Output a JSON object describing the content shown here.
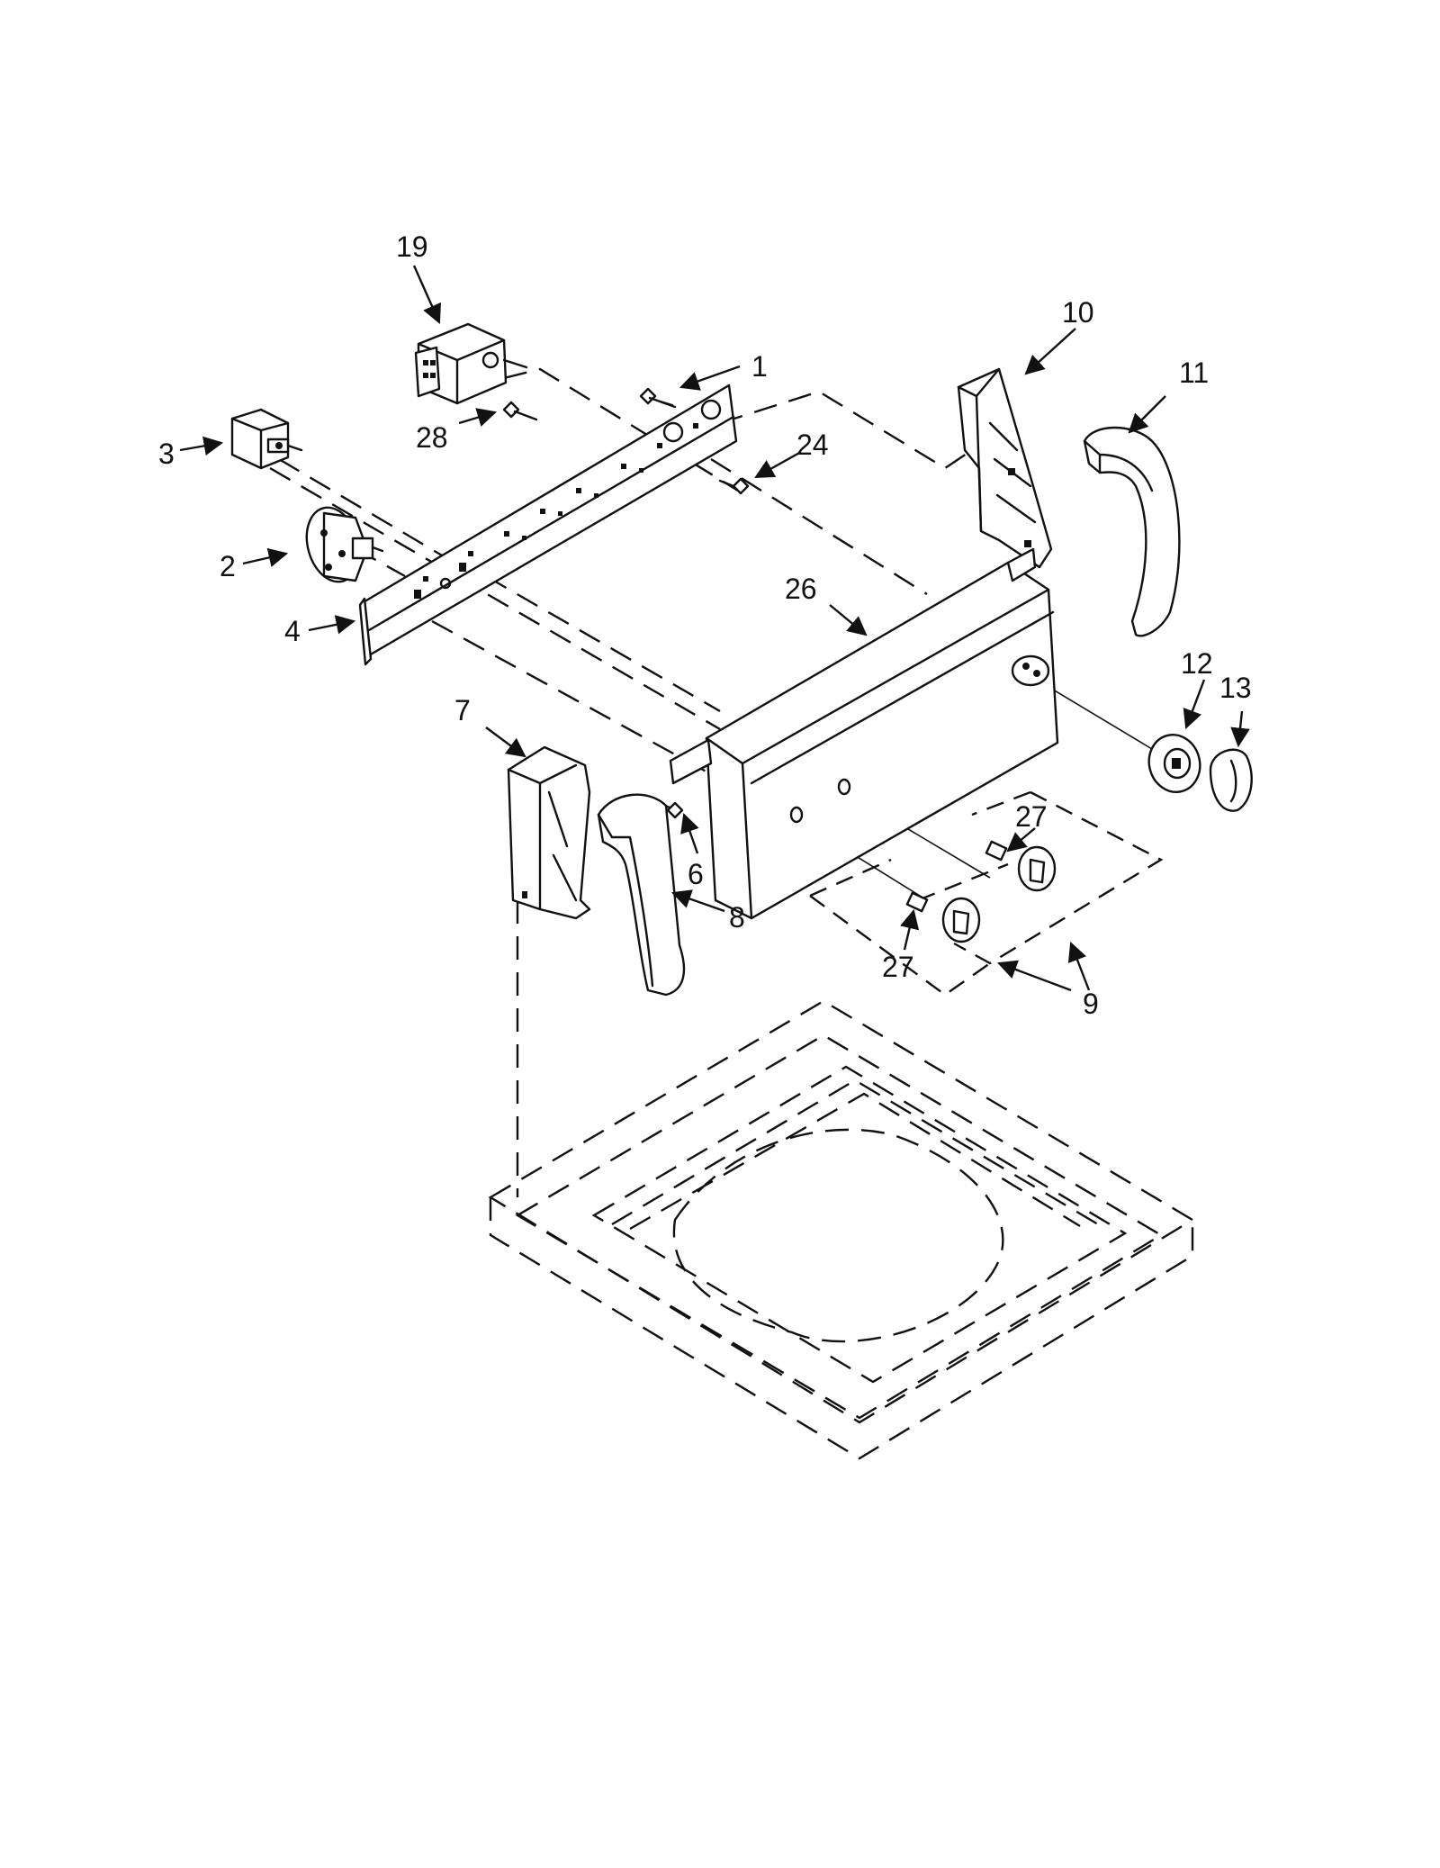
{
  "callouts": [
    {
      "id": "1",
      "text": "1"
    },
    {
      "id": "2",
      "text": "2"
    },
    {
      "id": "3",
      "text": "3"
    },
    {
      "id": "4",
      "text": "4"
    },
    {
      "id": "6",
      "text": "6"
    },
    {
      "id": "7",
      "text": "7"
    },
    {
      "id": "8",
      "text": "8"
    },
    {
      "id": "9",
      "text": "9"
    },
    {
      "id": "10",
      "text": "10"
    },
    {
      "id": "11",
      "text": "11"
    },
    {
      "id": "12",
      "text": "12"
    },
    {
      "id": "13",
      "text": "13"
    },
    {
      "id": "19",
      "text": "19"
    },
    {
      "id": "24",
      "text": "24"
    },
    {
      "id": "26",
      "text": "26"
    },
    {
      "id": "27a",
      "text": "27"
    },
    {
      "id": "27b",
      "text": "27"
    },
    {
      "id": "28",
      "text": "28"
    }
  ]
}
